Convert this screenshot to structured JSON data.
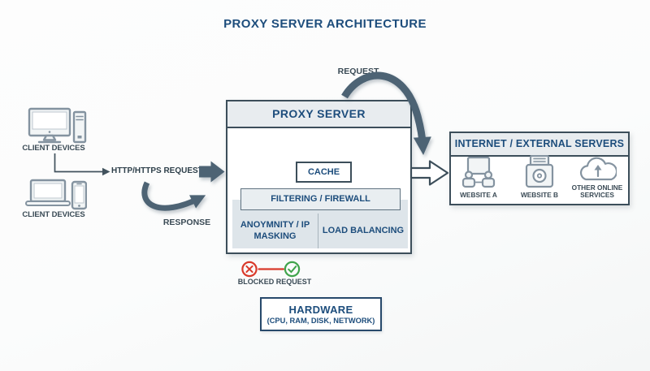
{
  "title": "PROXY SERVER ARCHITECTURE",
  "clients": {
    "group1_label": "CLIENT DEVICES",
    "group2_label": "CLIENT DEVICES",
    "group1_icons": [
      "desktop-monitor-icon",
      "pc-tower-icon"
    ],
    "group2_icons": [
      "laptop-icon",
      "smartphone-icon"
    ]
  },
  "flows": {
    "http_request_label": "HTTP/HTTPS REQUEST",
    "response_label": "RESPONSE",
    "request_label": "REQUEST",
    "blocked_request_label": "BLOCKED REQUEST",
    "blocked_icons": [
      "x-circle-icon",
      "check-circle-icon"
    ]
  },
  "proxy": {
    "title": "PROXY SERVER",
    "cache_label": "CACHE",
    "filtering_label": "FILTERING / FIREWALL",
    "anonymity_label": "ANOYMNITY / IP MASKING",
    "load_balancing_label": "LOAD BALANCING"
  },
  "internet": {
    "title": "INTERNET / EXTERNAL SERVERS",
    "sites": [
      {
        "label": "WEBSITE A",
        "icon": "users-network-icon"
      },
      {
        "label": "WEBSITE B",
        "icon": "storage-disc-icon"
      },
      {
        "label": "OTHER ONLINE SERVICES",
        "icon": "cloud-upload-icon"
      }
    ]
  },
  "hardware": {
    "title": "HARDWARE",
    "subtitle": "(CPU, RAM, DISK, NETWORK)"
  },
  "colors": {
    "navy": "#1d4d7c",
    "text_dark": "#3a4a55",
    "arrow": "#4d6374",
    "border": "#3c4e5a",
    "header_fill": "#e8ecef",
    "panel_fill": "#dee5ea",
    "icon": "#8493a0",
    "icon_fill": "#f2f5f6",
    "red": "#d93a2b",
    "green": "#41a44c",
    "bg": "#fcfdfd"
  }
}
